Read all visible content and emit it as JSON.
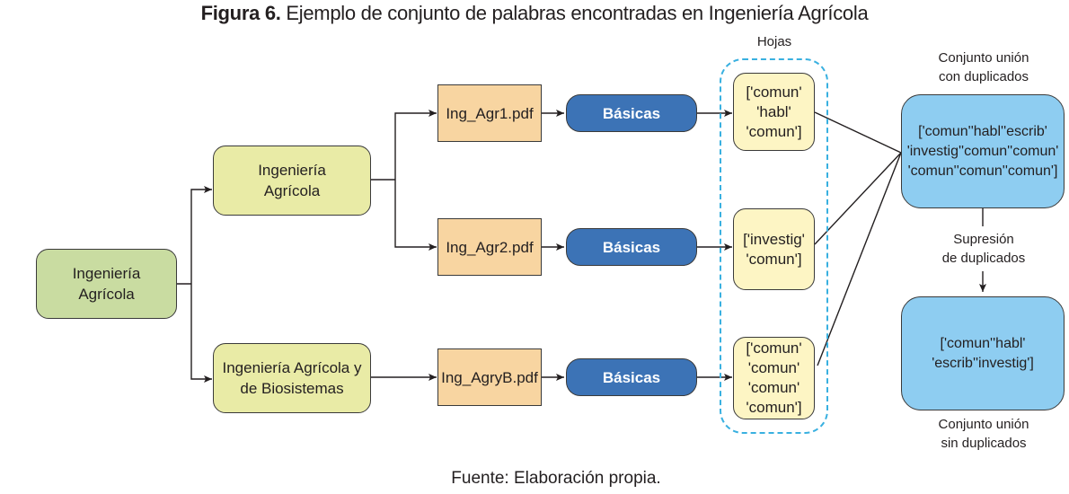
{
  "figure": {
    "title_bold": "Figura 6.",
    "title_rest": " Ejemplo de conjunto de palabras encontradas en Ingeniería Agrícola",
    "footer": "Fuente: Elaboración propia."
  },
  "nodes": {
    "root": "Ingeniería Agrícola",
    "programs": [
      "Ingeniería Agrícola",
      "Ingeniería Agrícola y de Biosistemas"
    ],
    "pdfs": [
      "Ing_Agr1.pdf",
      "Ing_Agr2.pdf",
      "Ing_AgryB.pdf"
    ],
    "basicas": [
      "Básicas",
      "Básicas",
      "Básicas"
    ],
    "leaves_label": "Hojas",
    "leaves": [
      [
        "['comun'",
        "'habl'",
        "'comun']"
      ],
      [
        "['investig'",
        "'comun']"
      ],
      [
        "['comun'",
        "'comun'",
        "'comun'",
        "'comun']"
      ]
    ],
    "union_with_dups_label": [
      "Conjunto unión",
      "con duplicados"
    ],
    "union_with_dups": [
      "['comun''habl''escrib'",
      "'investig''comun''comun'",
      "'comun''comun''comun']"
    ],
    "suppression_label": [
      "Supresión",
      "de duplicados"
    ],
    "union_no_dups": [
      "['comun''habl'",
      "'escrib''investig']"
    ],
    "union_no_dups_label": [
      "Conjunto unión",
      "sin duplicados"
    ]
  },
  "colors": {
    "root": "#c9dca1",
    "program": "#e9eba6",
    "pdf": "#f8d5a1",
    "basicas": "#3c73b6",
    "leaf": "#fdf5c4",
    "union": "#8ecdf1",
    "dashed_group": "#39b0e0"
  }
}
